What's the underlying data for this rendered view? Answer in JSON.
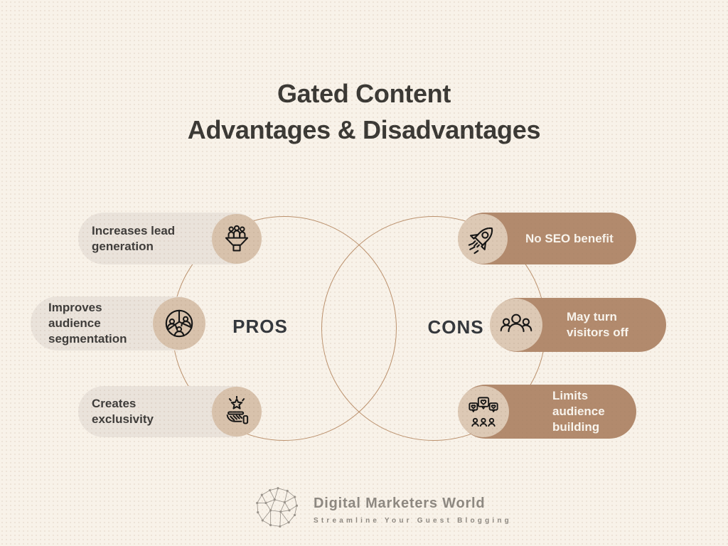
{
  "page": {
    "title_line1": "Gated Content",
    "title_line2": "Advantages & Disadvantages"
  },
  "venn": {
    "left_label": "PROS",
    "right_label": "CONS"
  },
  "pros": {
    "items": [
      {
        "label": "Increases lead generation",
        "icon": "lead-funnel-icon"
      },
      {
        "label": "Improves audience segmentation",
        "icon": "audience-segmentation-icon"
      },
      {
        "label": "Creates exclusivity",
        "icon": "exclusivity-star-icon"
      }
    ]
  },
  "cons": {
    "items": [
      {
        "label": "No SEO benefit",
        "icon": "rocket-icon"
      },
      {
        "label": "May turn visitors off",
        "icon": "visitors-group-icon"
      },
      {
        "label": "Limits audience building",
        "icon": "audience-speech-icon"
      }
    ]
  },
  "footer": {
    "brand": "Digital Marketers World",
    "tagline": "Streamline Your Guest Blogging",
    "logo": "network-globe-icon"
  },
  "colors": {
    "background": "#f8f2e9",
    "title_color": "#3b3935",
    "circle_outline": "#b08057",
    "pros_pill_bg": "#eae3db",
    "pros_icon_bg": "#d8c2ac",
    "pros_text": "#3e3c3a",
    "cons_pill_bg": "#b28a6d",
    "cons_icon_bg": "#ddc9b5",
    "cons_text": "#f9f5ee",
    "footer_text": "#8d8881"
  }
}
